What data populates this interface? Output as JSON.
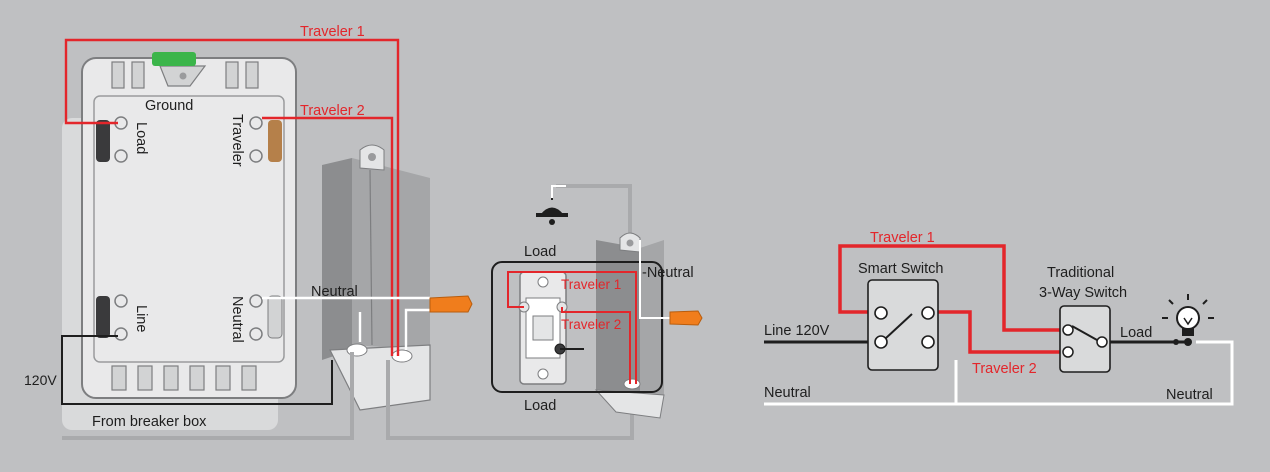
{
  "colors": {
    "background": "#bfc0c2",
    "traveler_wire": "#e3262b",
    "neutral_wire": "#ffffff",
    "line_wire": "#1e1e1e",
    "ground_tab": "#3bb54a",
    "traveler_terminal": "#b5804a",
    "wire_nut": "#f07d1c"
  },
  "smart_switch_diagram": {
    "traveler1": "Traveler 1",
    "traveler2": "Traveler 2",
    "ground": "Ground",
    "load": "Load",
    "traveler": "Traveler",
    "line": "Line",
    "neutral": "Neutral",
    "neutral_wire": "Neutral",
    "line_120v": "120V",
    "from_breaker": "From breaker box"
  },
  "three_way_diagram": {
    "load_top": "Load",
    "load_bottom": "Load",
    "neutral": "-Neutral",
    "traveler1": "Traveler 1",
    "traveler2": "Traveler 2"
  },
  "schematic": {
    "traveler1": "Traveler 1",
    "traveler2": "Traveler 2",
    "smart_switch": "Smart Switch",
    "traditional_line1": "Traditional",
    "traditional_line2": "3-Way Switch",
    "line_120v": "Line 120V",
    "load": "Load",
    "neutral_left": "Neutral",
    "neutral_right": "Neutral"
  }
}
